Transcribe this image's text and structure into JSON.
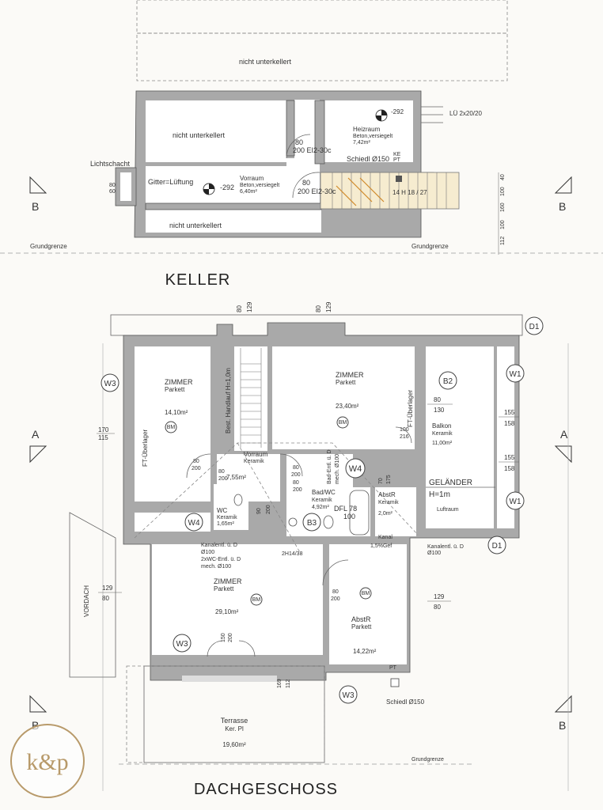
{
  "keller": {
    "title": "KELLER",
    "label_nicht_top": "nicht unterkellert",
    "label_nicht_left": "nicht unterkellert",
    "label_nicht_bottom": "nicht unterkellert",
    "heizraum_name": "Heizraum",
    "heizraum_floor": "Beton,versiegelt",
    "heizraum_area": "7,42m²",
    "heizraum_level": "-292",
    "lue": "LÜ 2x20/20",
    "schiedl": "Schiedl Ø150",
    "ke": "KE",
    "pt": "PT",
    "vorraum_name": "Vorraum",
    "vorraum_floor": "Beton,versiegelt",
    "vorraum_area": "6,40m²",
    "vorraum_level": "-292",
    "door1_w": "80",
    "door1_spec": "200 EI2-30c",
    "door2_w": "80",
    "door2_spec": "200 EI2-30c",
    "lichtschacht": "Lichtschacht",
    "gitter": "Gitter=Lüftung",
    "ls_dim_top": "80",
    "ls_dim_bot": "60",
    "stairs": "14 H 18 / 27",
    "grundgrenze_left": "Grundgrenze",
    "grundgrenze_right": "Grundgrenze",
    "dims_right": [
      "100",
      "160",
      "100",
      "112",
      "40"
    ]
  },
  "section_markers": {
    "a_left": "A",
    "a_right": "A",
    "b_top_left": "B",
    "b_top_right": "B",
    "b_bottom_left": "B",
    "b_bottom_right": "B"
  },
  "dg": {
    "title": "DACHGESCHOSS",
    "top_dims_left": [
      "80",
      "129"
    ],
    "top_dims_right": [
      "80",
      "129"
    ],
    "zimmer1_name": "ZIMMER",
    "zimmer1_floor": "Parkett",
    "zimmer1_area": "14,10m²",
    "zimmer2_name": "ZIMMER",
    "zimmer2_floor": "Parkett",
    "zimmer2_area": "23,40m²",
    "zimmer3_name": "ZIMMER",
    "zimmer3_floor": "Parkett",
    "zimmer3_area": "29,10m²",
    "abstr1_name": "AbstR",
    "abstr1_floor": "Parkett",
    "abstr1_area": "14,22m²",
    "abstr2_name": "AbstR",
    "abstr2_floor": "Keramik",
    "abstr2_area": "2,0m²",
    "vorraum_name": "Vorraum",
    "vorraum_floor": "Keramik",
    "vorraum_area": "7,55m²",
    "bad_name": "Bad/WC",
    "bad_floor": "Keramik",
    "bad_area": "4,92m²",
    "wc_name": "WC",
    "wc_floor": "Keramik",
    "wc_area": "1,65m²",
    "balkon_name": "Balkon",
    "balkon_floor": "Keramik",
    "balkon_area": "11,00m²",
    "terrasse_name": "Terrasse",
    "terrasse_floor": "Ker. Pl",
    "terrasse_area": "19,60m²",
    "luftraum": "Luftraum",
    "gelaender": "GELÄNDER",
    "gelaender_h": "H=1m",
    "handlauf": "Best. Handlauf H=1,0m",
    "ft_ueberlager_left": "FT-Überlager",
    "ft_ueberlager_right": "FT-Überlager",
    "vordach": "VORDACH",
    "bm": "BM",
    "b3": "B3",
    "b2": "B2",
    "d1_top": "D1",
    "d1_mid": "D1",
    "w3_left": "W3",
    "w3_bottom": "W3",
    "w3_right": "W3",
    "w4_mid": "W4",
    "w4_left": "W4",
    "w1_top": "W1",
    "w1_bot": "W1",
    "kanal1": "Kanalentl. ü. D",
    "kanal1_d": "Ø100",
    "kanal2": "2xWC-Entl. ü. D",
    "kanal2_d": "mech. Ø100",
    "kanal3": "Kanalentl. ü. D",
    "kanal3_d": "Ø100",
    "bad_entl": "Bad-Entl. ü. D",
    "bad_entl_d": "mech. Ø100",
    "dfl": "DFL 78",
    "dfl_v": "100",
    "gef": "1,5%Gef",
    "kanal_short": "Kanal",
    "schiedl": "Schiedl Ø150",
    "pt": "PT",
    "dim_170": "170",
    "dim_115": "115",
    "dim_155a": "155",
    "dim_158a": "158",
    "dim_155b": "155",
    "dim_158b": "158",
    "dim_80_130_top": "80",
    "dim_80_130_bot": "130",
    "dim_129_left_top": "129",
    "dim_129_left_bot": "80",
    "dim_129_right_top": "129",
    "dim_129_right_bot": "80",
    "door_80_200_a": "80",
    "door_80_200_a2": "200",
    "door_80_200_b": "80",
    "door_80_200_b2": "200",
    "door_80_200_c": "80",
    "door_80_200_c2": "200",
    "door_80_200_d": "80",
    "door_80_200_d2": "200",
    "door_80_200_e": "80",
    "door_80_200_e2": "200",
    "door_100_216_a": "100",
    "door_100_216_b": "216",
    "door_150_200_a": "150",
    "door_150_200_b": "200",
    "door_90_200_a": "90",
    "door_90_200_b": "200",
    "dim_169": "169",
    "dim_112": "112",
    "dim_70": "70",
    "dim_175": "175",
    "dim_2h": "2H14/38",
    "grundgrenze": "Grundgrenze"
  },
  "logo": {
    "text": "k&p"
  }
}
